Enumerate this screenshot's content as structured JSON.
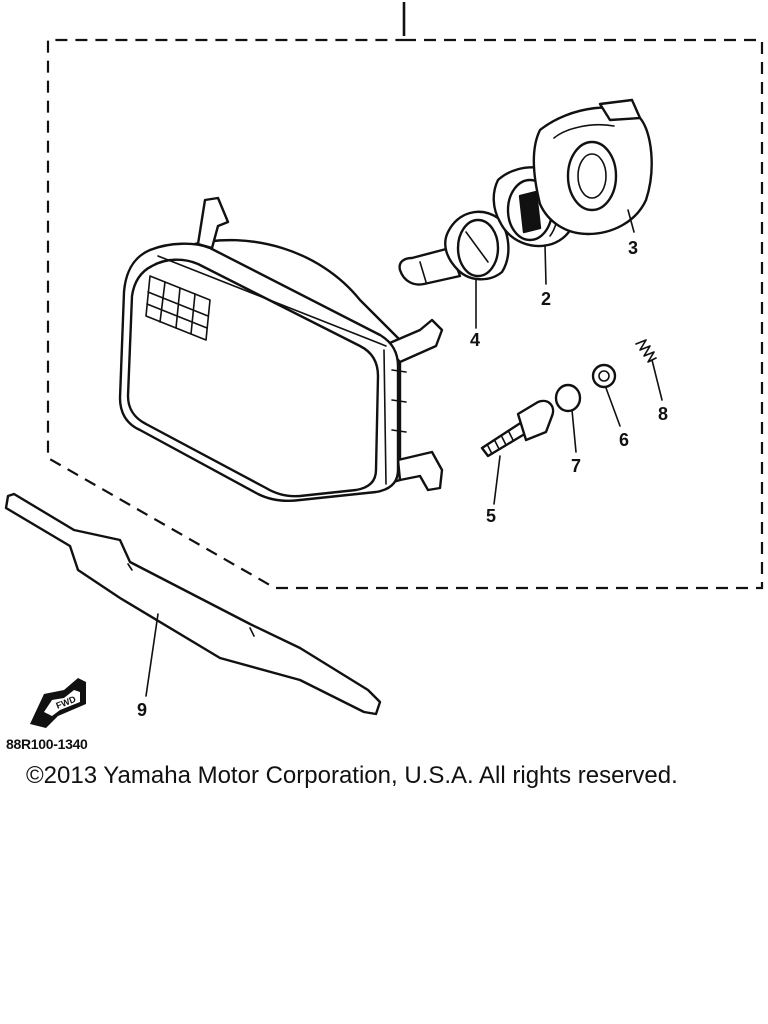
{
  "diagram": {
    "callouts": [
      {
        "id": "2",
        "label": "2"
      },
      {
        "id": "3",
        "label": "3"
      },
      {
        "id": "4",
        "label": "4"
      },
      {
        "id": "5",
        "label": "5"
      },
      {
        "id": "6",
        "label": "6"
      },
      {
        "id": "7",
        "label": "7"
      },
      {
        "id": "8",
        "label": "8"
      },
      {
        "id": "9",
        "label": "9"
      }
    ],
    "front_arrow_text": "FWD",
    "part_code": "88R100-1340"
  },
  "footer": {
    "copyright": "©2013 Yamaha Motor Corporation, U.S.A. All rights reserved."
  }
}
